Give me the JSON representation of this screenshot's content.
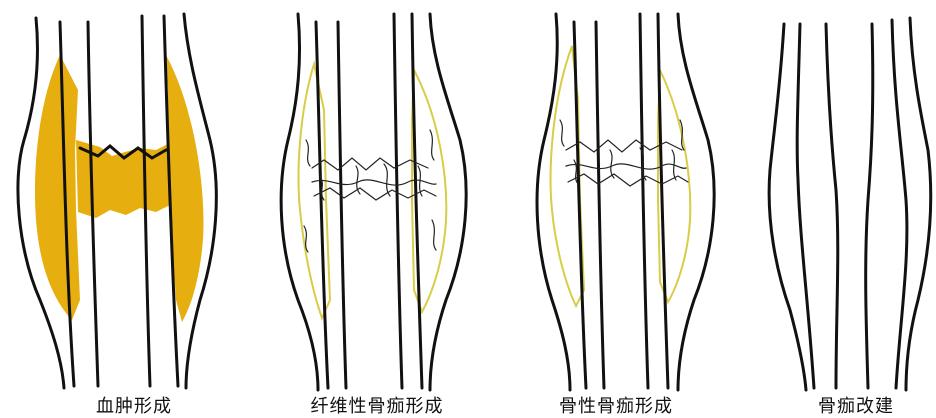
{
  "stages": [
    {
      "label": "血肿形成"
    },
    {
      "label": "纤维性骨痂形成"
    },
    {
      "label": "骨性骨痂形成"
    },
    {
      "label": "骨痂改建"
    }
  ],
  "colors": {
    "line": "#111111",
    "hematoma": "#E6AE0E",
    "callus_outline": "#D9CC48",
    "fibrous_tissue": "#222222"
  }
}
